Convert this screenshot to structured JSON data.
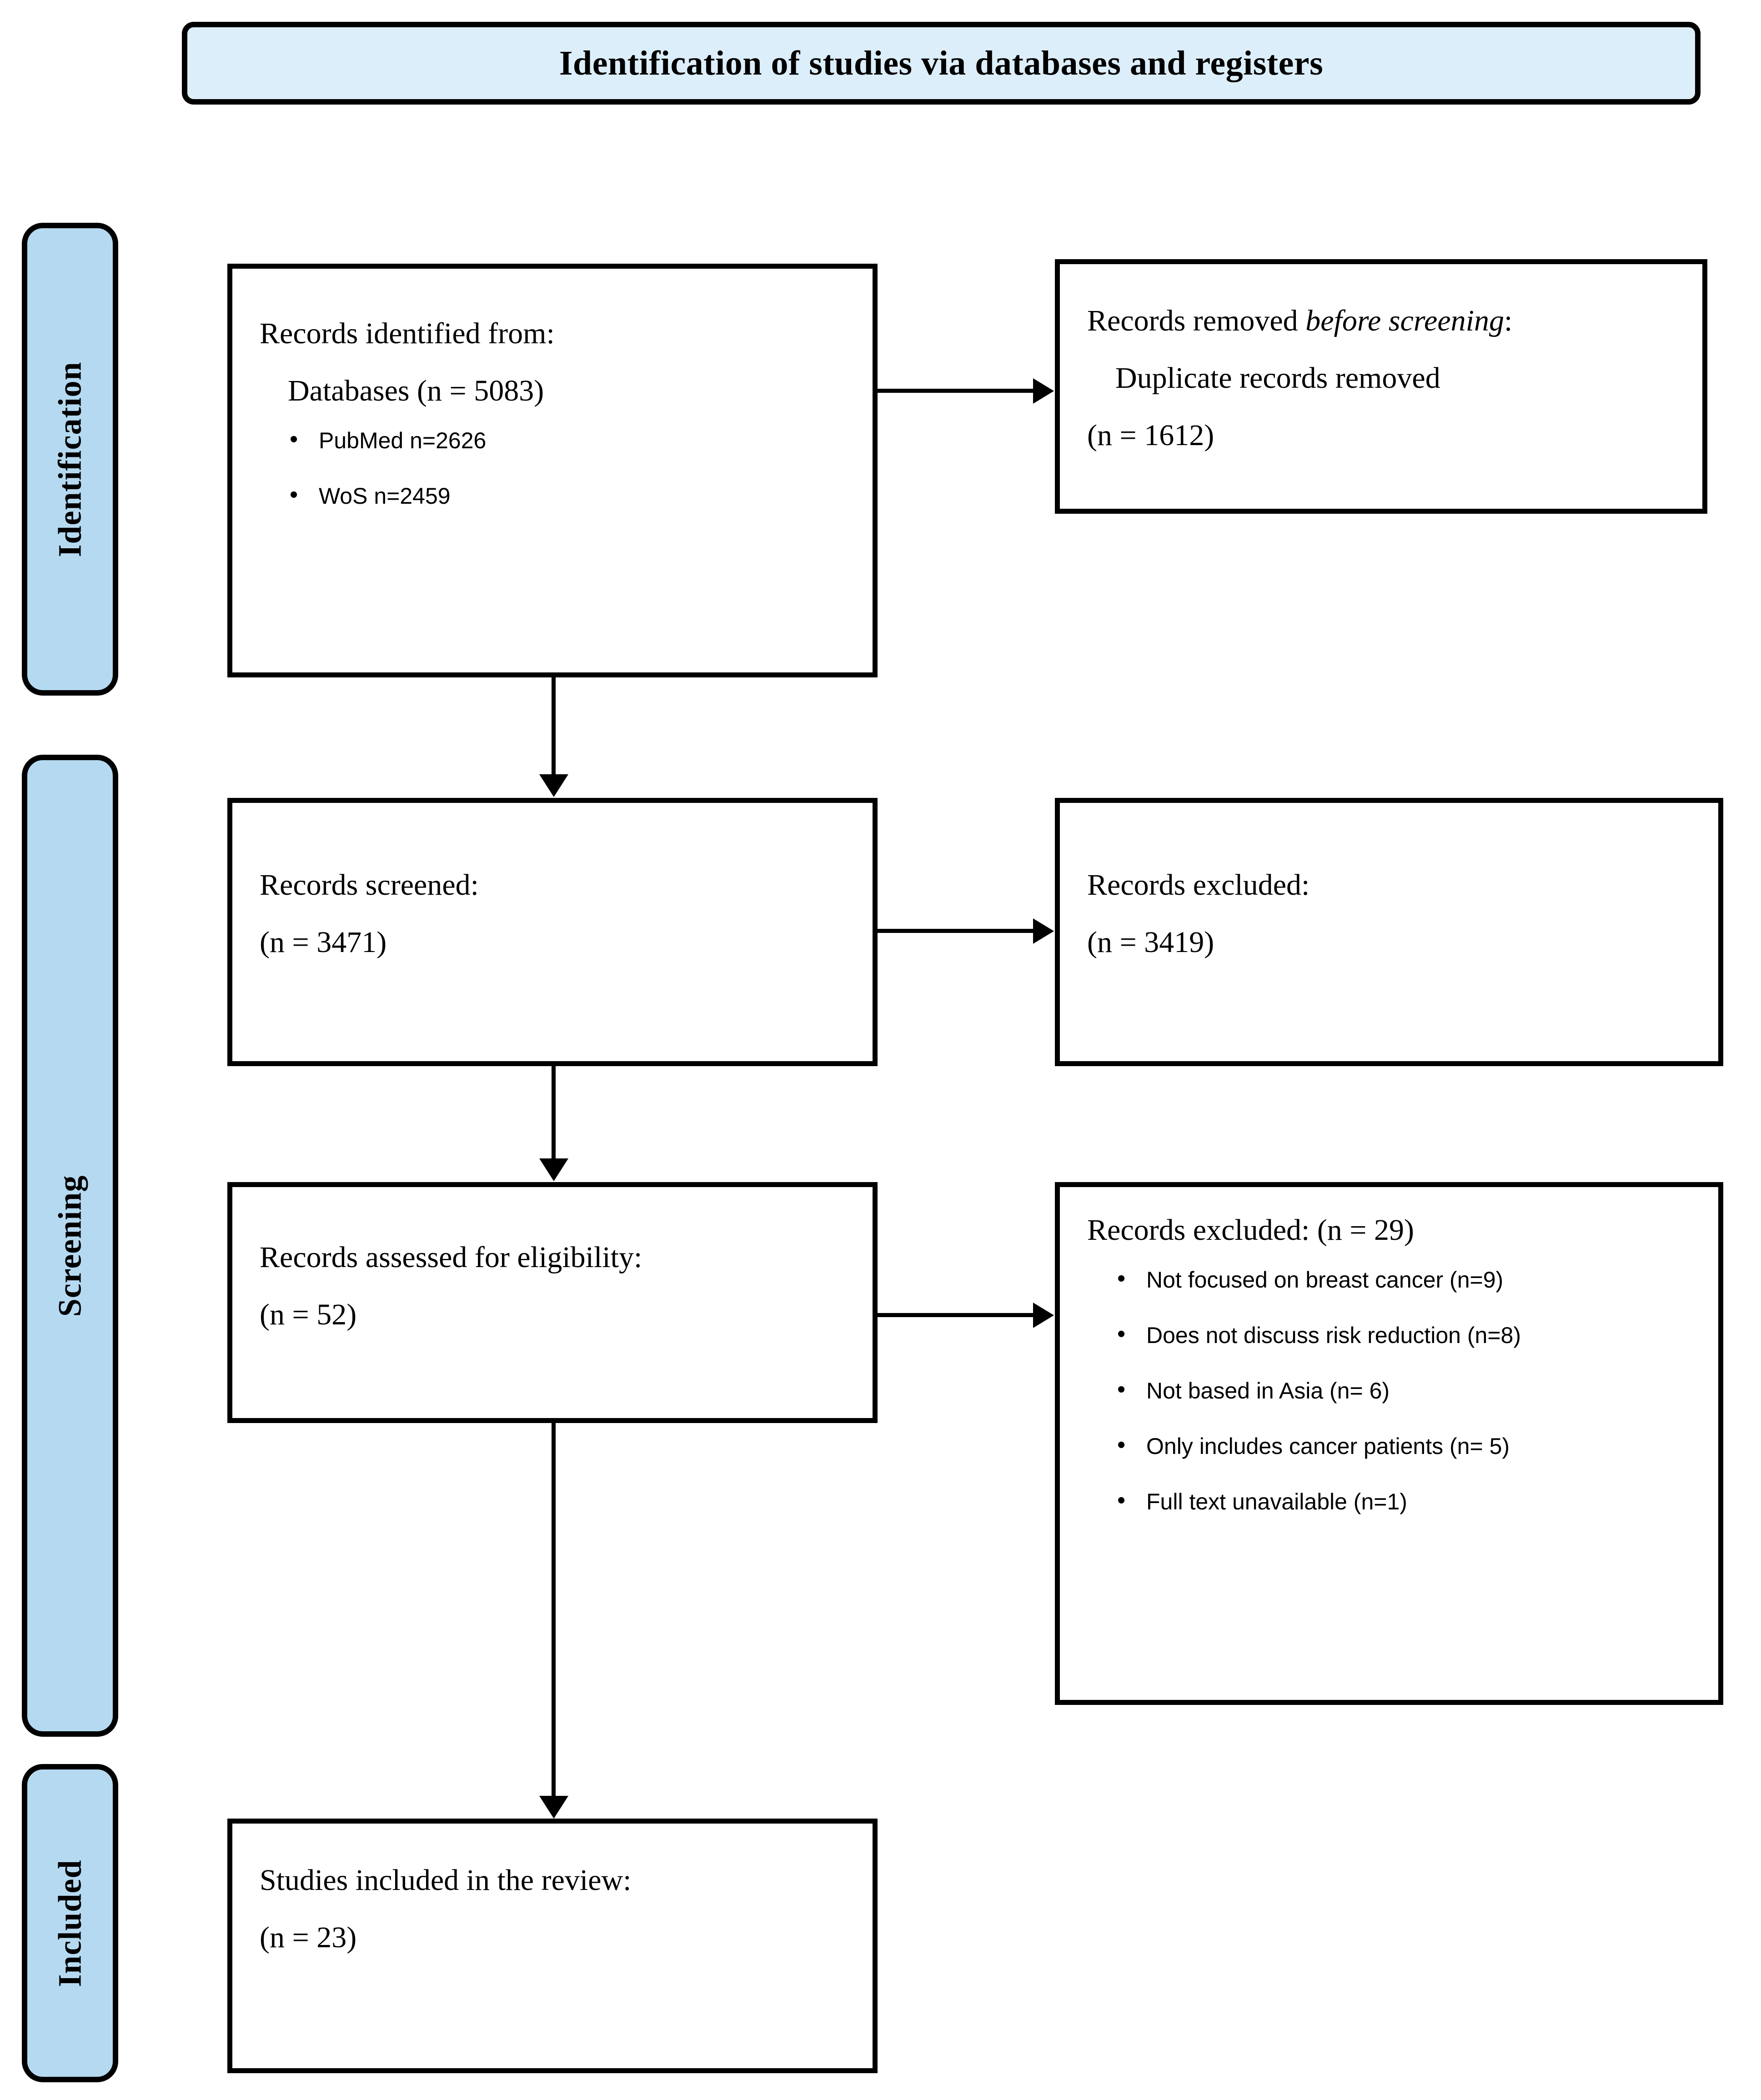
{
  "header": {
    "title": "Identification of studies via databases and registers"
  },
  "stages": [
    {
      "key": "identification",
      "label": "Identification"
    },
    {
      "key": "screening",
      "label": "Screening"
    },
    {
      "key": "included",
      "label": "Included"
    }
  ],
  "boxes": {
    "identified": {
      "line1": "Records identified from:",
      "line2": "Databases (n = 5083)",
      "bullets": [
        "PubMed n=2626",
        "WoS n=2459"
      ]
    },
    "removed": {
      "line1_prefix": "Records removed ",
      "line1_italic": "before screening",
      "line1_suffix": ":",
      "line2": "Duplicate records removed",
      "line3": "(n = 1612)"
    },
    "screened": {
      "line1": "Records screened:",
      "line2": "(n = 3471)"
    },
    "excluded_screening": {
      "line1": "Records excluded:",
      "line2": "(n = 3419)"
    },
    "eligibility": {
      "line1": "Records assessed for eligibility:",
      "line2": "(n = 52)"
    },
    "excluded_reasons": {
      "line1": "Records excluded: (n = 29)",
      "bullets": [
        "Not focused on breast cancer (n=9)",
        "Does not discuss risk reduction (n=8)",
        "Not based in Asia (n= 6)",
        "Only includes cancer patients (n= 5)",
        "Full text unavailable (n=1)"
      ]
    },
    "included": {
      "line1": "Studies included in the review:",
      "line2": "(n = 23)"
    }
  },
  "colors": {
    "header_fill": "#dceefa",
    "stage_tab_fill": "#b5d9f0",
    "border": "#000000",
    "box_fill": "#ffffff"
  },
  "chart_data": {
    "type": "diagram",
    "title": "Identification of studies via databases and registers",
    "nodes": [
      {
        "id": "identified",
        "stage": "Identification",
        "label": "Records identified from: Databases",
        "n": 5083,
        "sources": [
          {
            "name": "PubMed",
            "n": 2626
          },
          {
            "name": "WoS",
            "n": 2459
          }
        ]
      },
      {
        "id": "removed",
        "stage": "Identification",
        "label": "Records removed before screening: Duplicate records removed",
        "n": 1612
      },
      {
        "id": "screened",
        "stage": "Screening",
        "label": "Records screened",
        "n": 3471
      },
      {
        "id": "excluded_screening",
        "stage": "Screening",
        "label": "Records excluded",
        "n": 3419
      },
      {
        "id": "eligibility",
        "stage": "Screening",
        "label": "Records assessed for eligibility",
        "n": 52
      },
      {
        "id": "excluded_reasons",
        "stage": "Screening",
        "label": "Records excluded",
        "n": 29,
        "reasons": [
          {
            "reason": "Not focused on breast cancer",
            "n": 9
          },
          {
            "reason": "Does not discuss risk reduction",
            "n": 8
          },
          {
            "reason": "Not based in Asia",
            "n": 6
          },
          {
            "reason": "Only includes cancer patients",
            "n": 5
          },
          {
            "reason": "Full text unavailable",
            "n": 1
          }
        ]
      },
      {
        "id": "included",
        "stage": "Included",
        "label": "Studies included in the review",
        "n": 23
      }
    ],
    "edges": [
      {
        "from": "identified",
        "to": "removed",
        "direction": "right"
      },
      {
        "from": "identified",
        "to": "screened",
        "direction": "down"
      },
      {
        "from": "screened",
        "to": "excluded_screening",
        "direction": "right"
      },
      {
        "from": "screened",
        "to": "eligibility",
        "direction": "down"
      },
      {
        "from": "eligibility",
        "to": "excluded_reasons",
        "direction": "right"
      },
      {
        "from": "eligibility",
        "to": "included",
        "direction": "down"
      }
    ]
  }
}
